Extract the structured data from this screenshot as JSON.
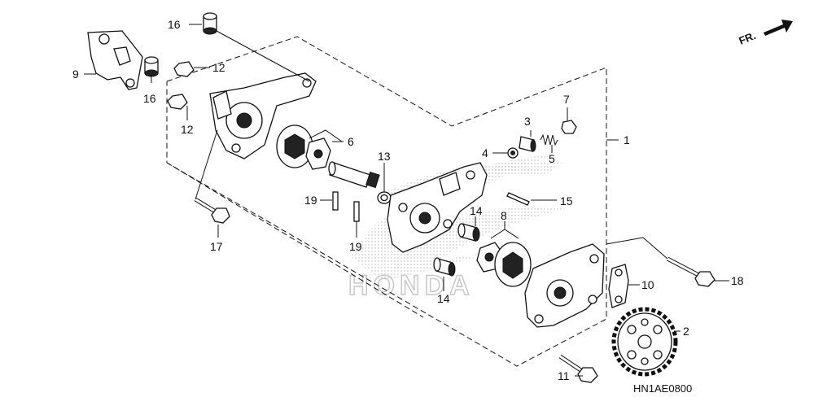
{
  "diagram": {
    "orientation_label": "FR.",
    "watermark_text": "HONDA",
    "drawing_code": "HN1AE0800",
    "callouts": {
      "c1": "1",
      "c2": "2",
      "c3": "3",
      "c4": "4",
      "c5": "5",
      "c6": "6",
      "c7": "7",
      "c8": "8",
      "c9": "9",
      "c10": "10",
      "c11": "11",
      "c12a": "12",
      "c12b": "12",
      "c13": "13",
      "c14a": "14",
      "c14b": "14",
      "c15": "15",
      "c16a": "16",
      "c16b": "16",
      "c17": "17",
      "c18": "18",
      "c19a": "19",
      "c19b": "19"
    }
  }
}
